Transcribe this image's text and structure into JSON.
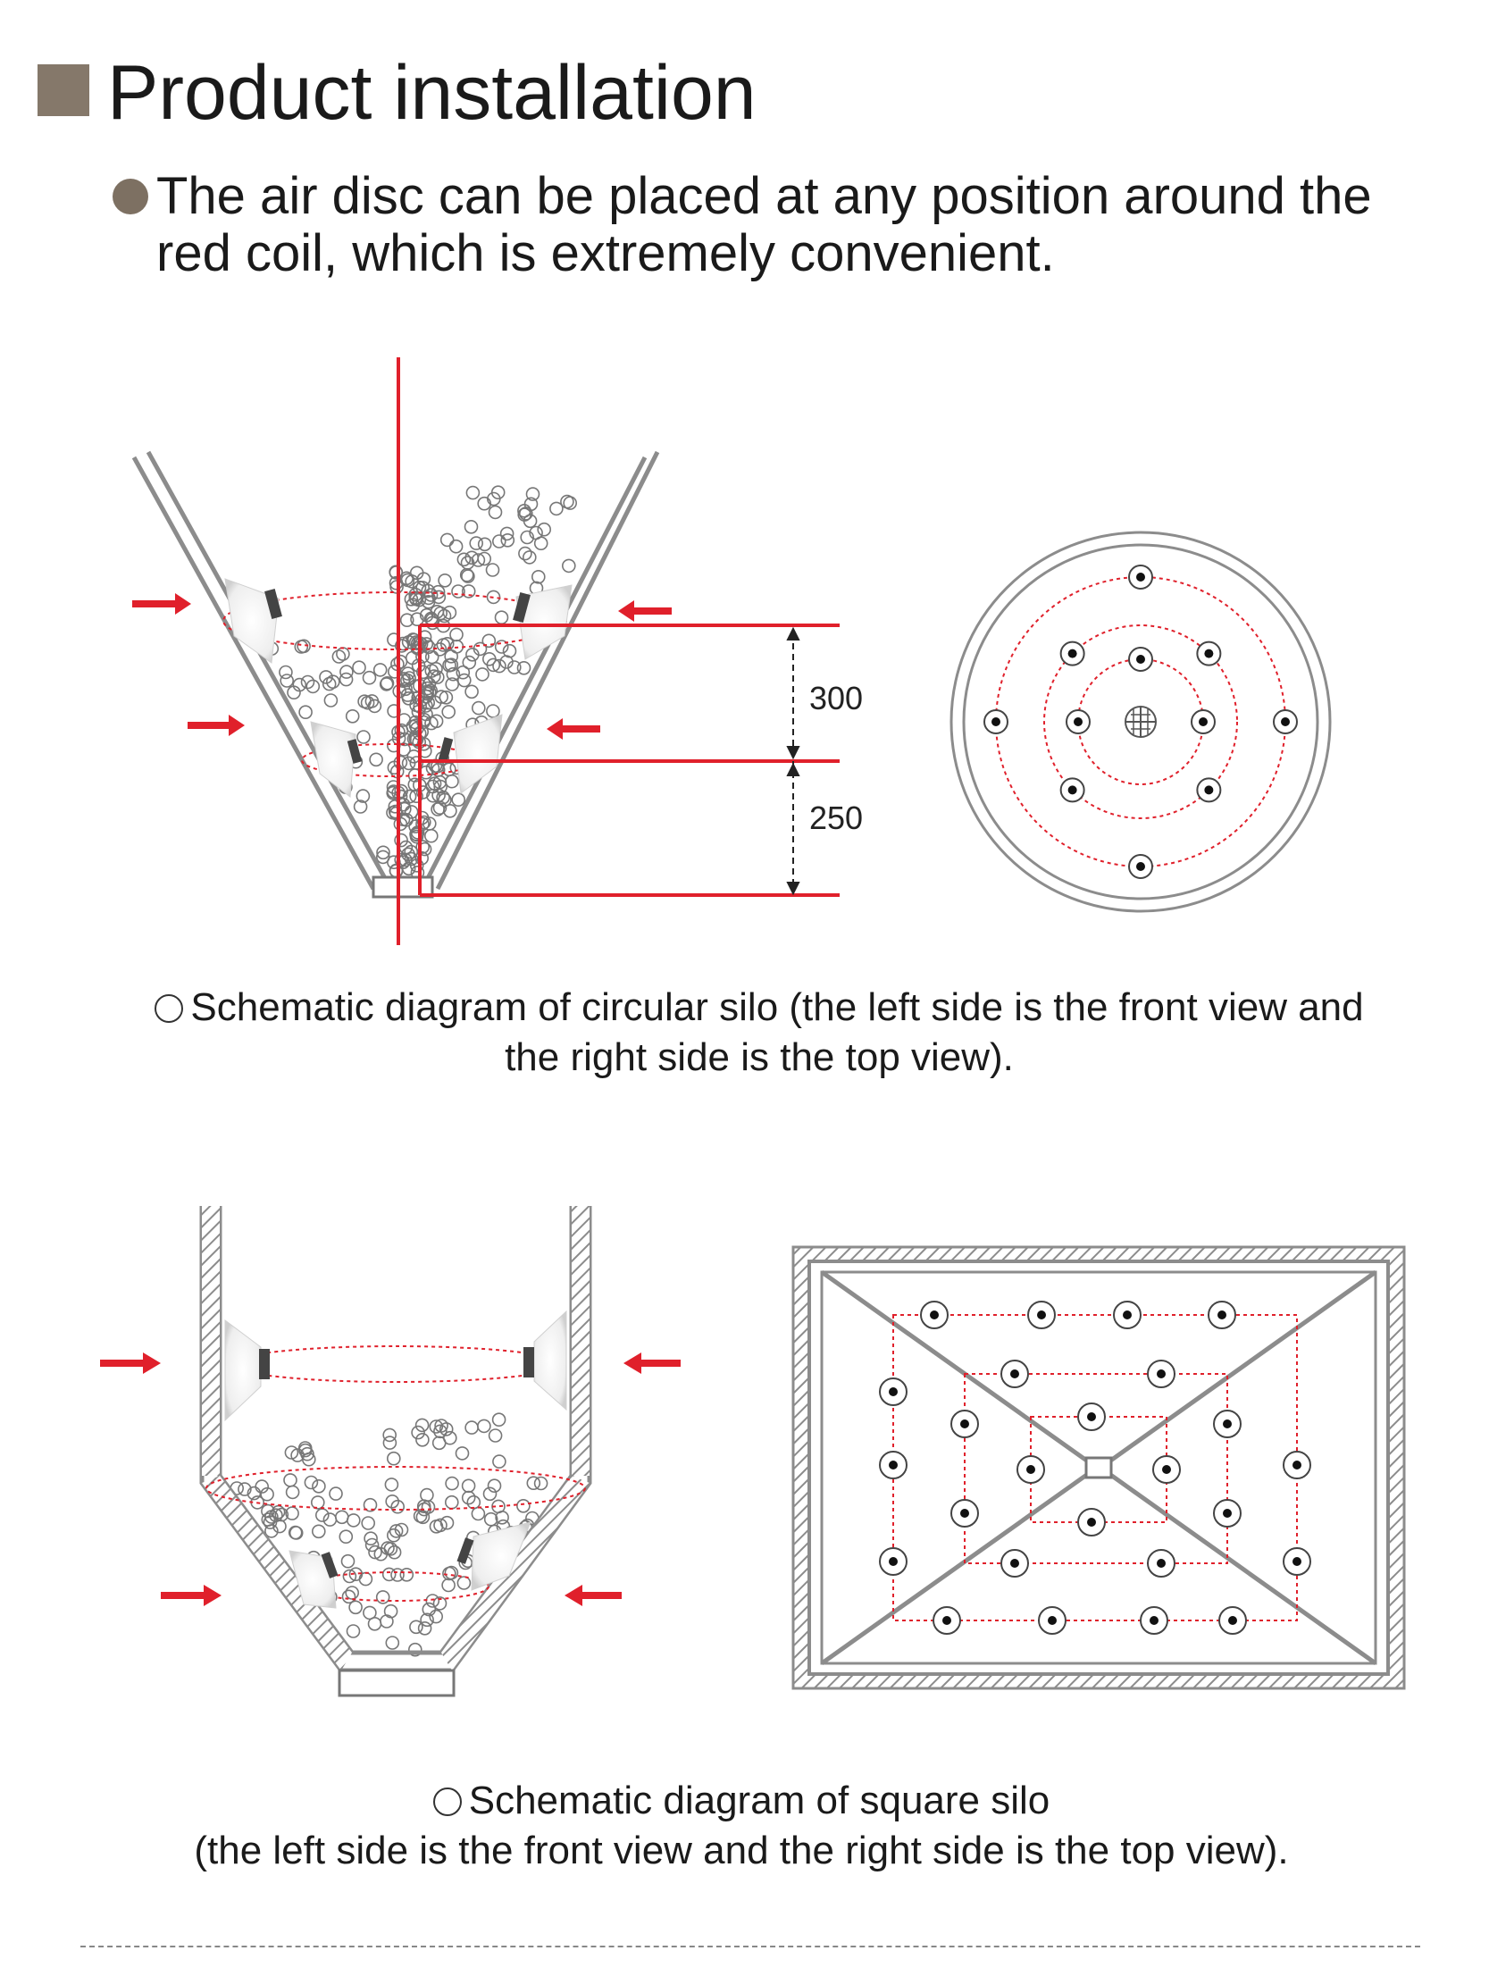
{
  "header": {
    "title": "Product installation",
    "bullet": "The air disc can be placed at any position around the red coil, which is extremely convenient."
  },
  "circular_silo": {
    "caption": "Schematic diagram of circular silo (the left side is the front view and the right side is the top view).",
    "dimension_upper": "300",
    "dimension_lower": "250"
  },
  "square_silo": {
    "caption_line1": "Schematic diagram of square silo",
    "caption_line2": "(the left side is the front view and the right side is the top view)."
  },
  "colors": {
    "accent_red": "#e0202b",
    "title_square": "#85786a",
    "wall_gray": "#8c8c8c"
  }
}
